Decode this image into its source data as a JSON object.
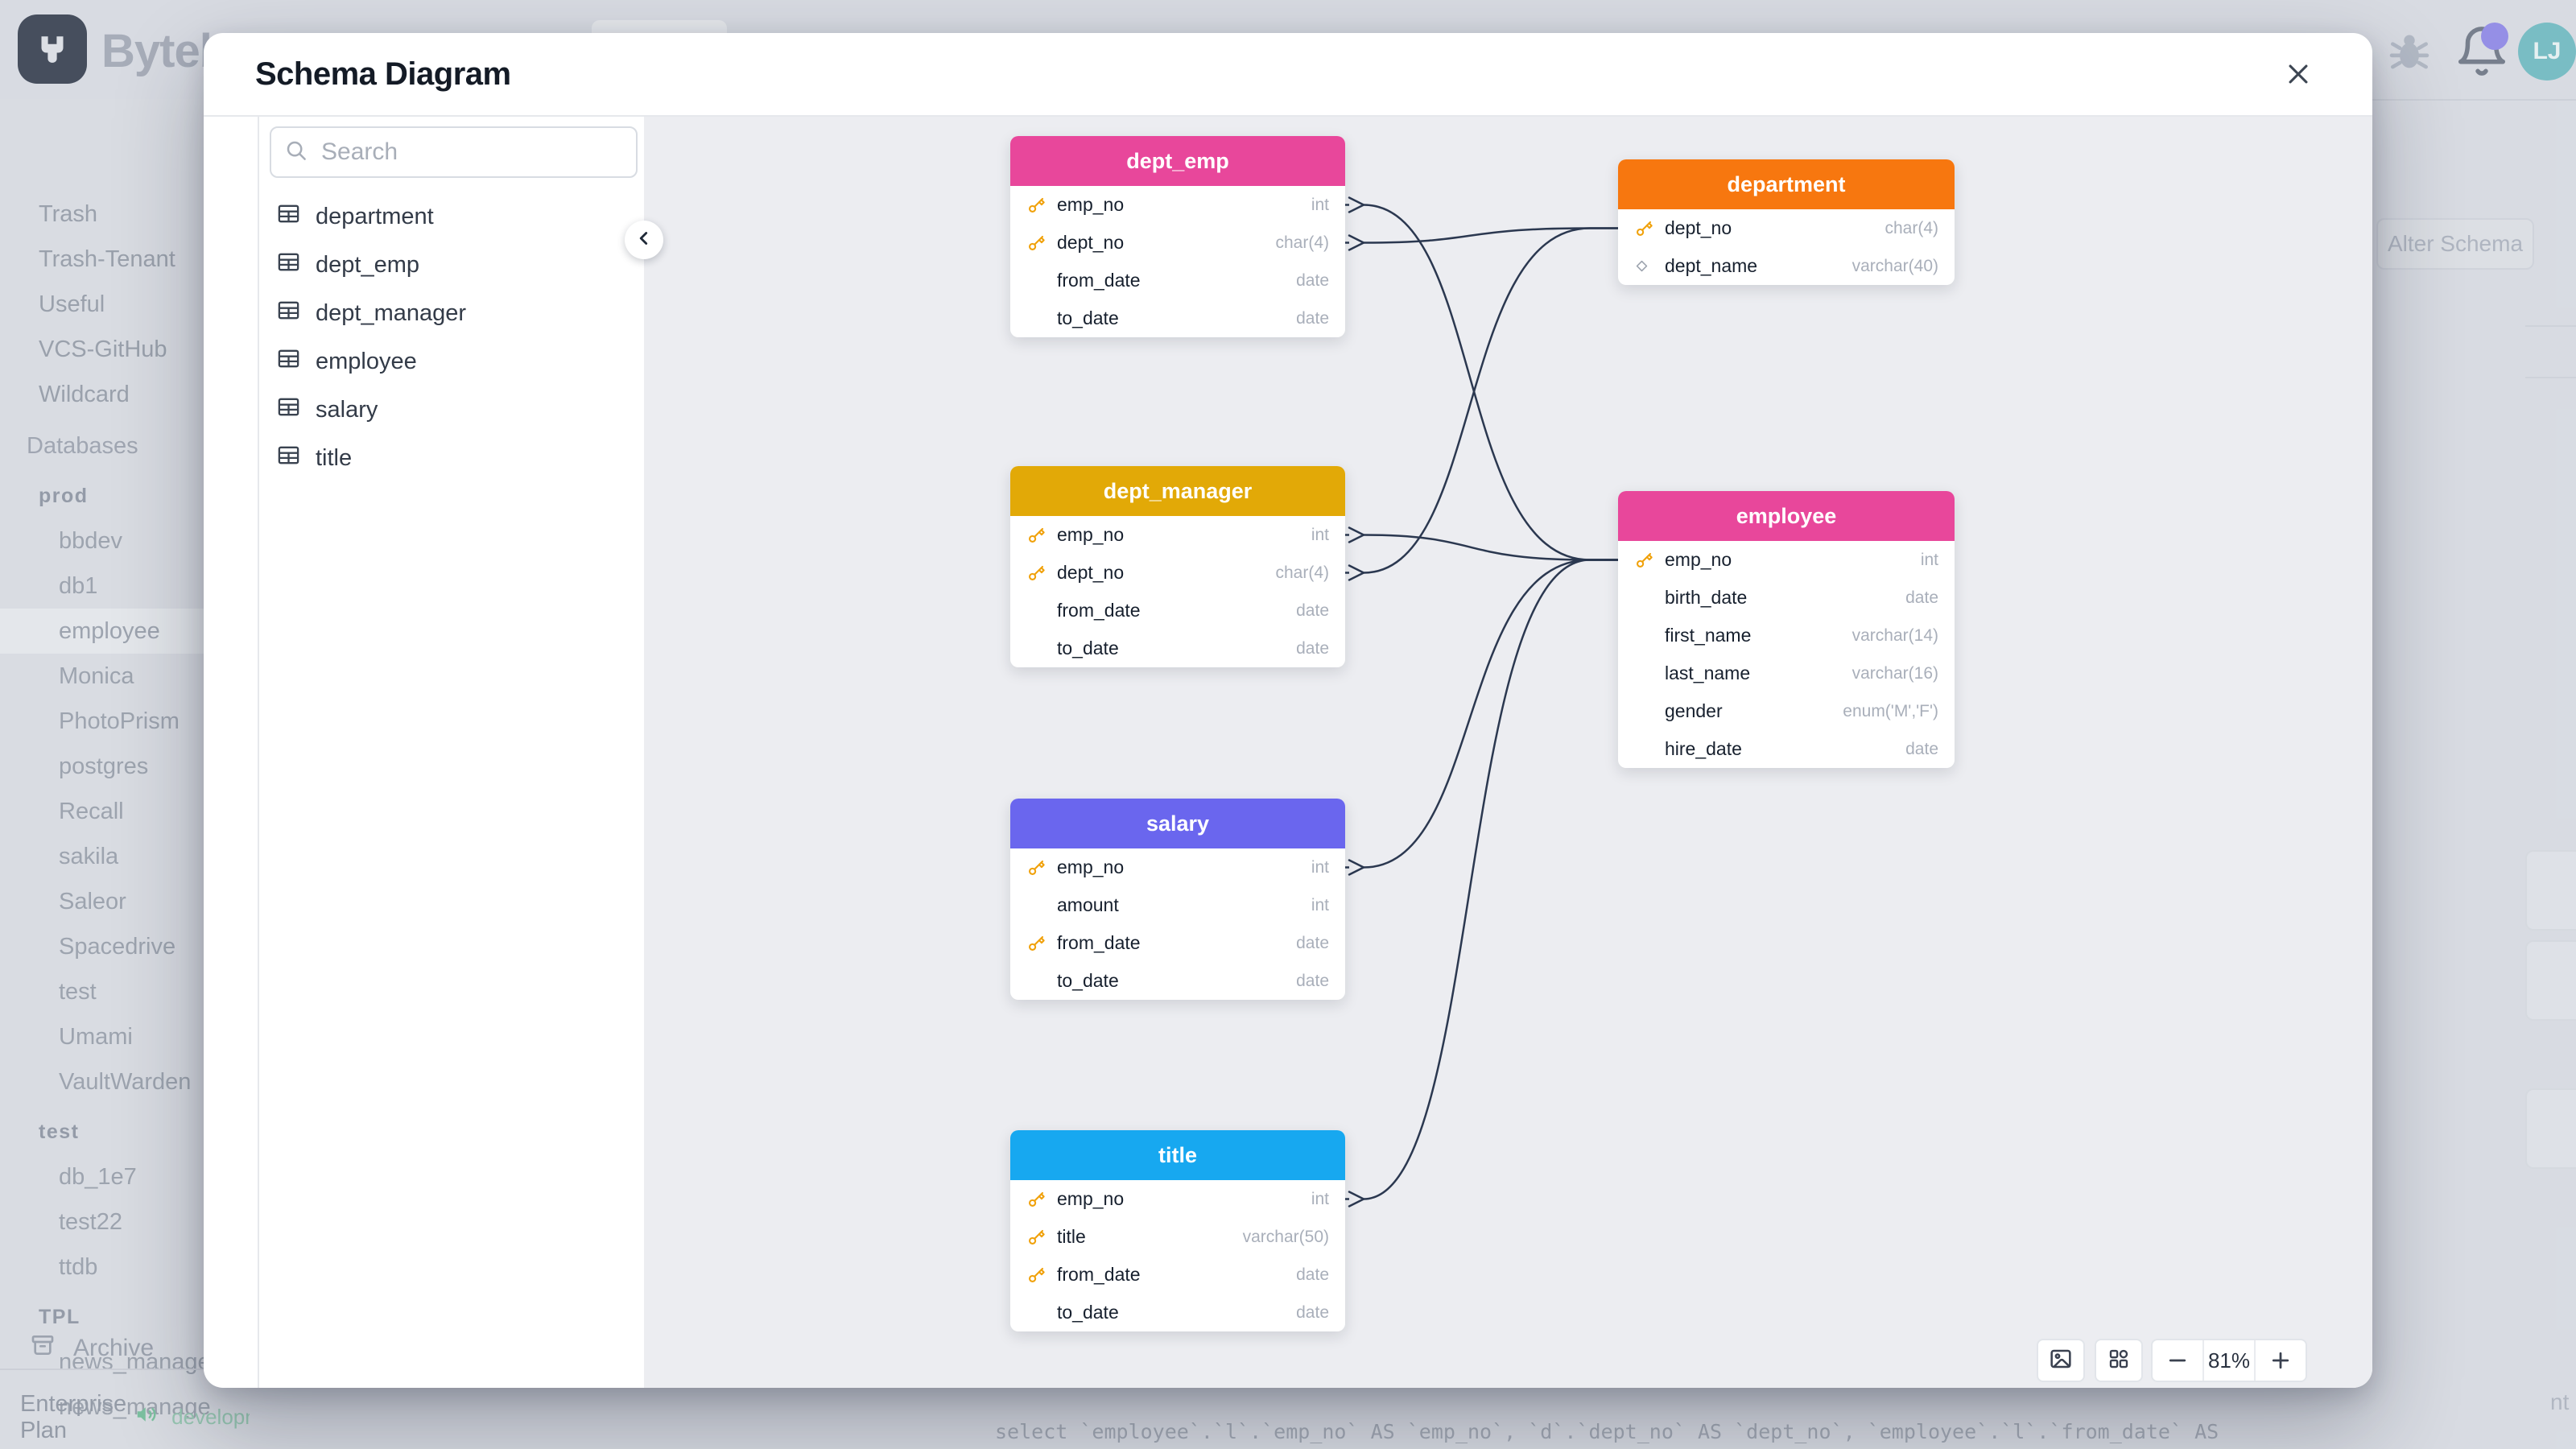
{
  "app": {
    "brand": "Bytebase",
    "topbar": {
      "avatar_initials": "LJ"
    },
    "sidebar": {
      "projects": [
        "Trash",
        "Trash-Tenant",
        "Useful",
        "VCS-GitHub",
        "Wildcard"
      ],
      "databases_label": "Databases",
      "groups": [
        {
          "label": "prod",
          "items": [
            "bbdev",
            "db1",
            "employee",
            "Monica",
            "PhotoPrism",
            "postgres",
            "Recall",
            "sakila",
            "Saleor",
            "Spacedrive",
            "test",
            "Umami",
            "VaultWarden"
          ],
          "selected": "employee"
        },
        {
          "label": "test",
          "items": [
            "db_1e7",
            "test22",
            "ttdb"
          ],
          "selected": ""
        },
        {
          "label": "TPL",
          "items": [
            "news_manage",
            "news_manage"
          ],
          "selected": ""
        }
      ],
      "archive_label": "Archive",
      "plan_label": "Enterprise Plan",
      "env_label": "development"
    },
    "background_page": {
      "alter_schema_label": "Alter Schema",
      "sql_snippet": "select `employee`.`l`.`emp_no` AS `emp_no`, `d`.`dept_no` AS `dept_no`, `employee`.`l`.`from_date` AS",
      "text_fragment": "nt"
    }
  },
  "modal": {
    "title": "Schema Diagram",
    "search_placeholder": "Search",
    "table_list": [
      "department",
      "dept_emp",
      "dept_manager",
      "employee",
      "salary",
      "title"
    ],
    "zoom_level": "81%",
    "icons": [
      "search-icon",
      "table-icon",
      "key-icon",
      "diamond-icon",
      "chevron-left-icon",
      "close-icon",
      "image-export-icon",
      "grid-layout-icon",
      "zoom-out-icon",
      "zoom-in-icon",
      "bell-icon",
      "bug-icon",
      "speaker-icon",
      "archive-icon"
    ],
    "colors": {
      "pink_header": "#E8479B",
      "orange_header": "#F7770F",
      "gold_header": "#E2A907",
      "indigo_header": "#6A66EE",
      "sky_header": "#17A8F0",
      "key_icon": "#F0A10A",
      "relation_line": "#2B3850"
    },
    "entities": [
      {
        "id": "dept_emp",
        "title": "dept_emp",
        "header_color": "#E8479B",
        "fields": [
          {
            "icon": "key",
            "name": "emp_no",
            "type": "int"
          },
          {
            "icon": "key",
            "name": "dept_no",
            "type": "char(4)"
          },
          {
            "icon": "",
            "name": "from_date",
            "type": "date"
          },
          {
            "icon": "",
            "name": "to_date",
            "type": "date"
          }
        ]
      },
      {
        "id": "department",
        "title": "department",
        "header_color": "#F7770F",
        "fields": [
          {
            "icon": "key",
            "name": "dept_no",
            "type": "char(4)"
          },
          {
            "icon": "diamond",
            "name": "dept_name",
            "type": "varchar(40)"
          }
        ]
      },
      {
        "id": "dept_manager",
        "title": "dept_manager",
        "header_color": "#E2A907",
        "fields": [
          {
            "icon": "key",
            "name": "emp_no",
            "type": "int"
          },
          {
            "icon": "key",
            "name": "dept_no",
            "type": "char(4)"
          },
          {
            "icon": "",
            "name": "from_date",
            "type": "date"
          },
          {
            "icon": "",
            "name": "to_date",
            "type": "date"
          }
        ]
      },
      {
        "id": "employee",
        "title": "employee",
        "header_color": "#E8479B",
        "fields": [
          {
            "icon": "key",
            "name": "emp_no",
            "type": "int"
          },
          {
            "icon": "",
            "name": "birth_date",
            "type": "date"
          },
          {
            "icon": "",
            "name": "first_name",
            "type": "varchar(14)"
          },
          {
            "icon": "",
            "name": "last_name",
            "type": "varchar(16)"
          },
          {
            "icon": "",
            "name": "gender",
            "type": "enum('M','F')"
          },
          {
            "icon": "",
            "name": "hire_date",
            "type": "date"
          }
        ]
      },
      {
        "id": "salary",
        "title": "salary",
        "header_color": "#6A66EE",
        "fields": [
          {
            "icon": "key",
            "name": "emp_no",
            "type": "int"
          },
          {
            "icon": "",
            "name": "amount",
            "type": "int"
          },
          {
            "icon": "key",
            "name": "from_date",
            "type": "date"
          },
          {
            "icon": "",
            "name": "to_date",
            "type": "date"
          }
        ]
      },
      {
        "id": "title",
        "title": "title",
        "header_color": "#17A8F0",
        "fields": [
          {
            "icon": "key",
            "name": "emp_no",
            "type": "int"
          },
          {
            "icon": "key",
            "name": "title",
            "type": "varchar(50)"
          },
          {
            "icon": "key",
            "name": "from_date",
            "type": "date"
          },
          {
            "icon": "",
            "name": "to_date",
            "type": "date"
          }
        ]
      }
    ],
    "relations": [
      {
        "from": "dept_emp.emp_no",
        "to": "employee.emp_no"
      },
      {
        "from": "dept_emp.dept_no",
        "to": "department.dept_no"
      },
      {
        "from": "dept_manager.emp_no",
        "to": "employee.emp_no"
      },
      {
        "from": "dept_manager.dept_no",
        "to": "department.dept_no"
      },
      {
        "from": "salary.emp_no",
        "to": "employee.emp_no"
      },
      {
        "from": "title.emp_no",
        "to": "employee.emp_no"
      }
    ]
  }
}
